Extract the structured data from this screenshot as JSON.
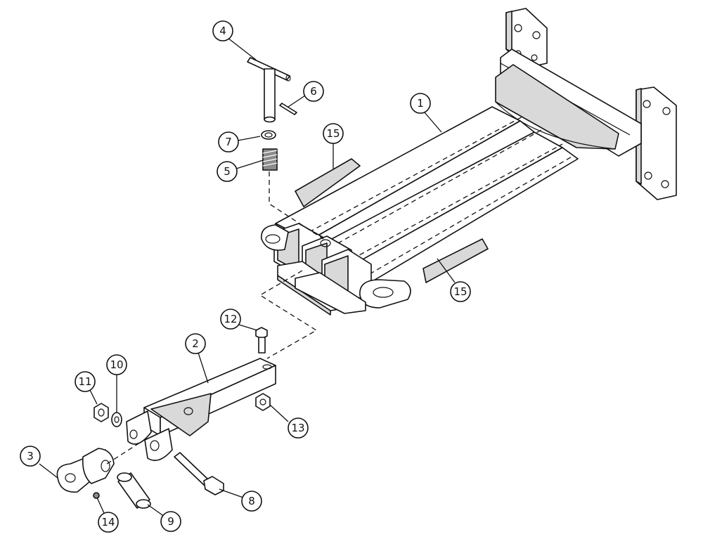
{
  "diagram": {
    "type": "exploded-parts-assembly",
    "callouts": [
      {
        "id": "c1",
        "label": "1"
      },
      {
        "id": "c2",
        "label": "2"
      },
      {
        "id": "c3",
        "label": "3"
      },
      {
        "id": "c4",
        "label": "4"
      },
      {
        "id": "c5",
        "label": "5"
      },
      {
        "id": "c6",
        "label": "6"
      },
      {
        "id": "c7",
        "label": "7"
      },
      {
        "id": "c8",
        "label": "8"
      },
      {
        "id": "c9",
        "label": "9"
      },
      {
        "id": "c10",
        "label": "10"
      },
      {
        "id": "c11",
        "label": "11"
      },
      {
        "id": "c12",
        "label": "12"
      },
      {
        "id": "c13",
        "label": "13"
      },
      {
        "id": "c14",
        "label": "14"
      },
      {
        "id": "c15a",
        "label": "15"
      },
      {
        "id": "c15b",
        "label": "15"
      }
    ]
  }
}
